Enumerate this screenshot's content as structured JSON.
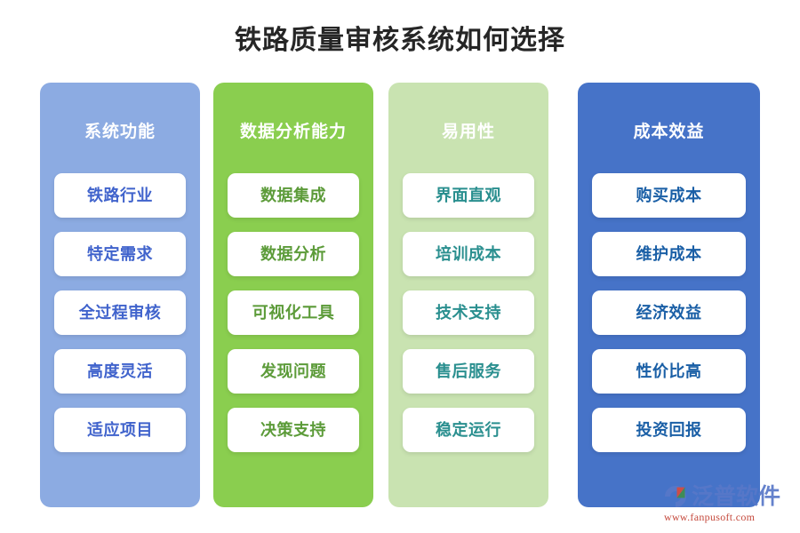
{
  "title": "铁路质量审核系统如何选择",
  "colors": {
    "background": "#ffffff",
    "title_text": "#262626",
    "column_1_bg": "#8CABE2",
    "column_2_bg": "#8ACE4F",
    "column_3_bg": "#C9E3B1",
    "column_4_bg": "#4673C8",
    "column_1_text": "#4063CC",
    "column_2_text": "#5C9B39",
    "column_3_text": "#2A8F8F",
    "column_4_text": "#1A5FA6",
    "card_bg": "#ffffff",
    "header_text": "#ffffff",
    "watermark_name": "#5878C8",
    "watermark_url": "#C0392B"
  },
  "columns": [
    {
      "header": "系统功能",
      "items": [
        "铁路行业",
        "特定需求",
        "全过程审核",
        "高度灵活",
        "适应项目"
      ]
    },
    {
      "header": "数据分析能力",
      "items": [
        "数据集成",
        "数据分析",
        "可视化工具",
        "发现问题",
        "决策支持"
      ]
    },
    {
      "header": "易用性",
      "items": [
        "界面直观",
        "培训成本",
        "技术支持",
        "售后服务",
        "稳定运行"
      ]
    },
    {
      "header": "成本效益",
      "items": [
        "购买成本",
        "维护成本",
        "经济效益",
        "性价比高",
        "投资回报"
      ]
    }
  ],
  "watermark": {
    "name": "泛普软件",
    "url": "www.fanpusoft.com"
  }
}
